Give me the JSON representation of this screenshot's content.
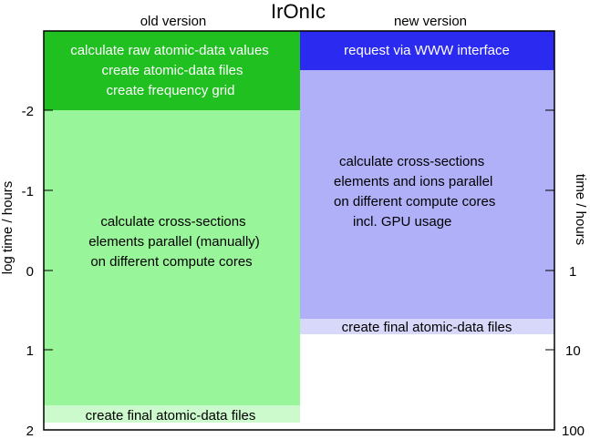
{
  "title": "IrOnIc",
  "headers": {
    "left": "old version",
    "right": "new version"
  },
  "axes": {
    "left_label": "log time / hours",
    "right_label": "time / hours",
    "left_ticks": [
      "-2",
      "-1",
      "0",
      "1",
      "2"
    ],
    "right_ticks": [
      "1",
      "10",
      "100"
    ]
  },
  "blocks": {
    "old_setup": {
      "lines": [
        "calculate raw atomic-data values",
        "create atomic-data files",
        "create frequency grid"
      ],
      "color": "#20c020"
    },
    "old_cross": {
      "lines": [
        "calculate cross-sections",
        "elements parallel (manually)",
        "on different compute cores"
      ],
      "color": "#99f599"
    },
    "old_final": {
      "lines": [
        "create final atomic-data files"
      ],
      "color": "#ccfacc"
    },
    "new_request": {
      "lines": [
        "request via WWW interface"
      ],
      "color": "#2a2af0"
    },
    "new_cross": {
      "lines": [
        "calculate cross-sections",
        "elements and ions parallel",
        "on different compute cores",
        "incl. GPU usage"
      ],
      "color": "#b0b0f8"
    },
    "new_final": {
      "lines": [
        "create final atomic-data files"
      ],
      "color": "#d8d8fa"
    }
  }
}
